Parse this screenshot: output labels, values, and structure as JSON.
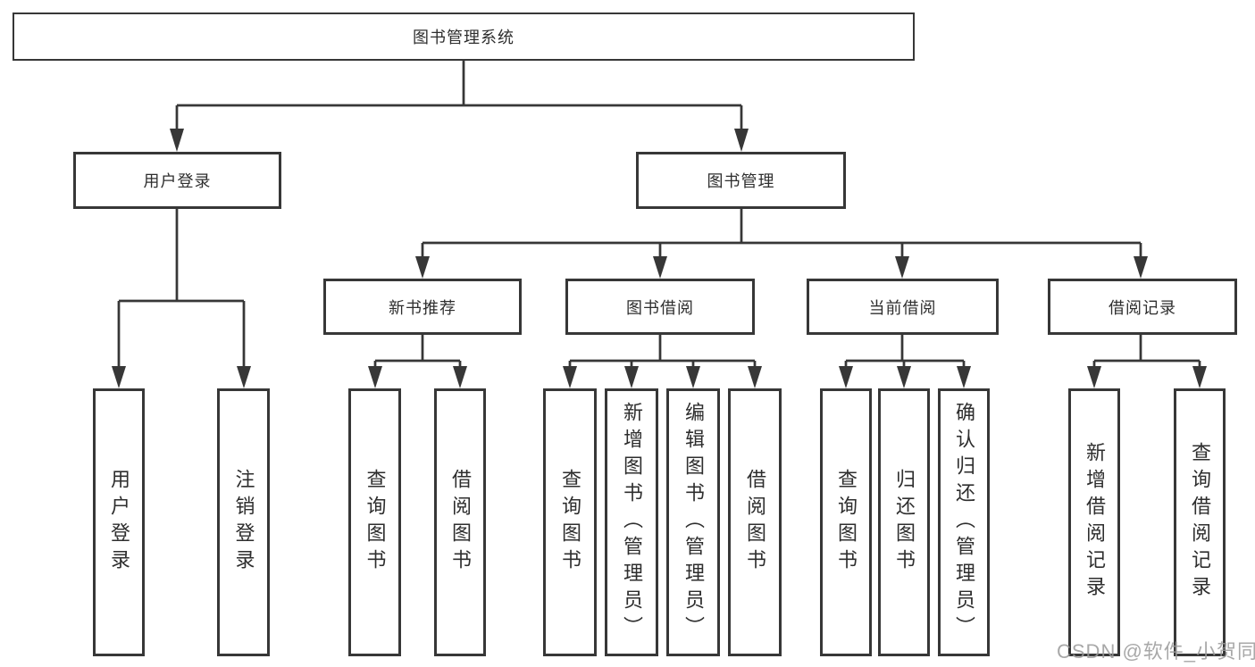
{
  "tree": {
    "root": {
      "label": "图书管理系统"
    },
    "branches": [
      {
        "label": "用户登录",
        "leaves": [
          {
            "label": "用户登录"
          },
          {
            "label": "注销登录"
          }
        ]
      },
      {
        "label": "图书管理",
        "groups": [
          {
            "label": "新书推荐",
            "leaves": [
              {
                "label": "查询图书"
              },
              {
                "label": "借阅图书"
              }
            ]
          },
          {
            "label": "图书借阅",
            "leaves": [
              {
                "label": "查询图书"
              },
              {
                "label": "新增图书（管理员）"
              },
              {
                "label": "编辑图书（管理员）"
              },
              {
                "label": "借阅图书"
              }
            ]
          },
          {
            "label": "当前借阅",
            "leaves": [
              {
                "label": "查询图书"
              },
              {
                "label": "归还图书"
              },
              {
                "label": "确认归还（管理员）"
              }
            ]
          },
          {
            "label": "借阅记录",
            "leaves": [
              {
                "label": "新增借阅记录"
              },
              {
                "label": "查询借阅记录"
              }
            ]
          }
        ]
      }
    ]
  },
  "watermark": {
    "text": "CSDN @软件_小贺同学"
  },
  "colors": {
    "line": "#373737",
    "text": "#2e2e2e",
    "watermark": "#9a9a9a"
  }
}
